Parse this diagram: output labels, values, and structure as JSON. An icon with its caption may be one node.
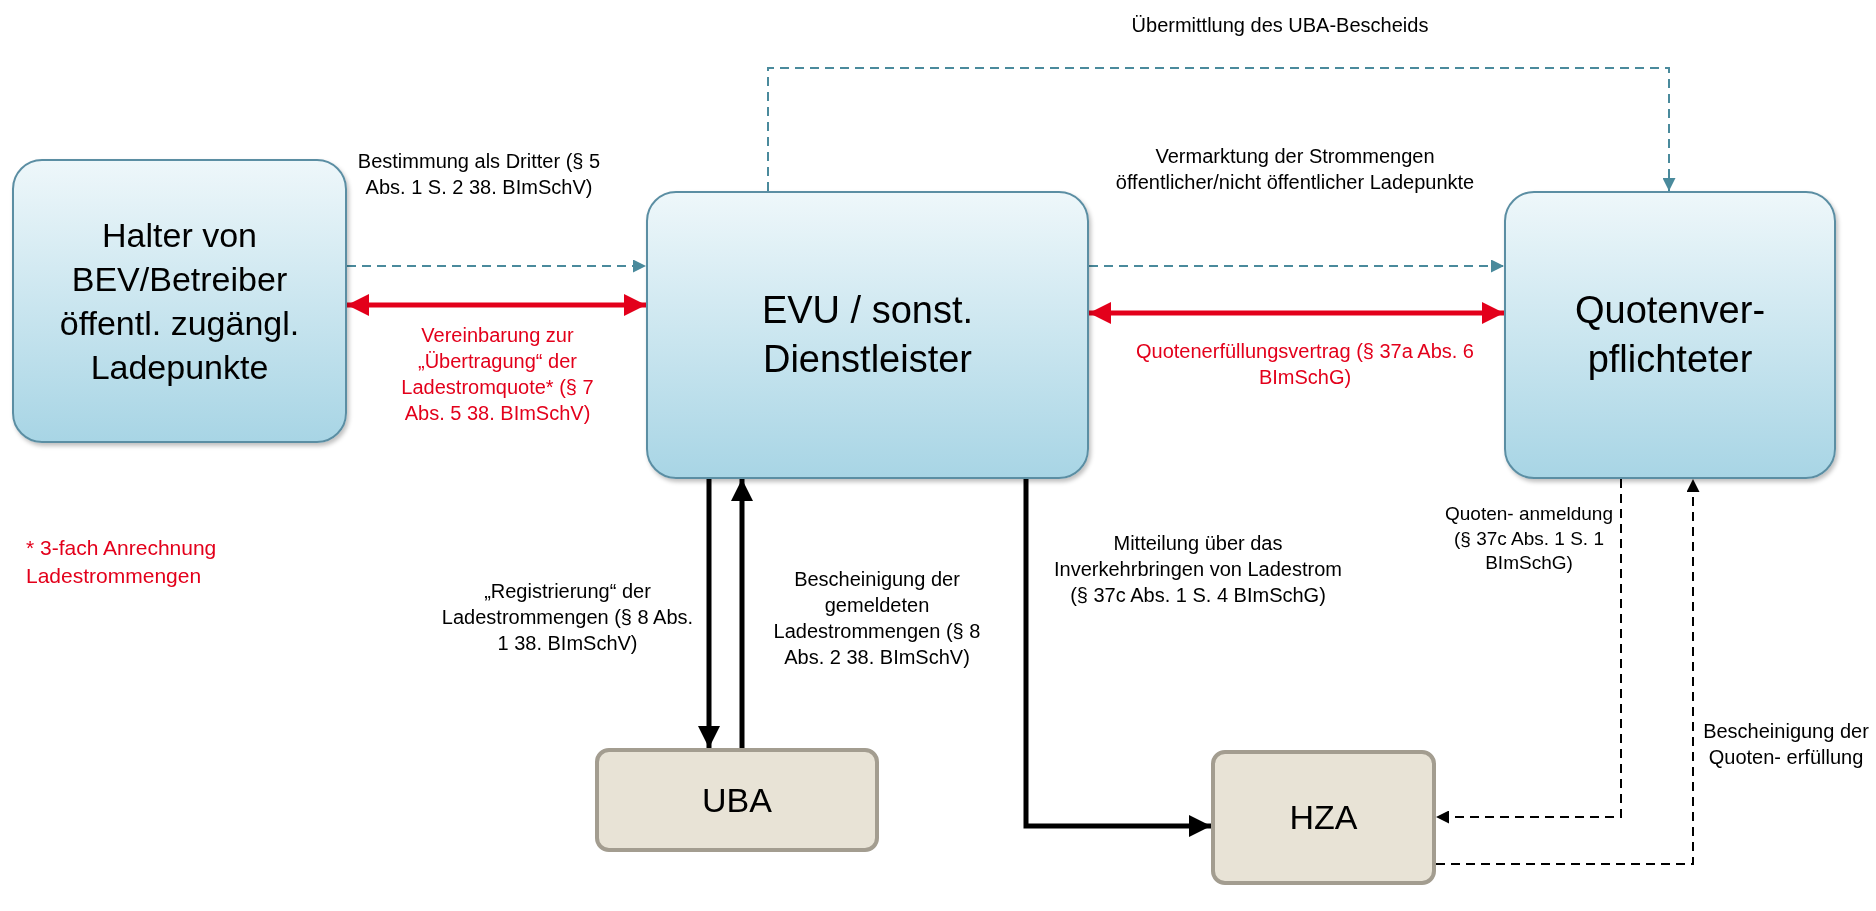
{
  "diagram": {
    "nodes": [
      {
        "text": [
          "Halter von BEV/Betreiber öffentl. zugängl. Ladepunkte"
        ]
      },
      {
        "text": [
          "EVU / sonst. Dienstleister"
        ]
      },
      {
        "text": [
          "Quotenver- pflichteter"
        ]
      },
      {
        "text": [
          "UBA"
        ]
      },
      {
        "text": [
          "HZA"
        ]
      }
    ],
    "edges": [
      {
        "from": 0,
        "to": 1,
        "arrow": "to",
        "label": "Bestimmung als Dritter (§ 5 Abs. 1 S. 2 38. BImSchV)",
        "style": "dashed",
        "color": "#4a8a9c"
      },
      {
        "from": 0,
        "to": 1,
        "arrow": "both",
        "label": "Vereinbarung zur „Übertragung“ der Ladestromquote* (§ 7 Abs. 5 38. BImSchV)",
        "style": "thick",
        "color": "#e3001b"
      },
      {
        "from": 1,
        "to": 2,
        "arrow": "to",
        "label": "Vermarktung der Strommengen öffentlicher/nicht öffentlicher Ladepunkte",
        "style": "dashed",
        "color": "#4a8a9c"
      },
      {
        "from": 1,
        "to": 2,
        "arrow": "both",
        "label": "Quotenerfüllungsvertrag (§ 37a Abs. 6 BImSchG)",
        "style": "thick",
        "color": "#e3001b"
      },
      {
        "from": 1,
        "to": 2,
        "arrow": "to",
        "label": "Übermittlung des UBA-Bescheids",
        "style": "dashed",
        "color": "#4a8a9c"
      },
      {
        "from": 1,
        "to": 3,
        "arrow": "to",
        "label": "„Registrierung“ der Ladestrommengen (§ 8 Abs. 1 38. BImSchV)",
        "style": "thick",
        "color": "#000000"
      },
      {
        "from": 3,
        "to": 1,
        "arrow": "to",
        "label": "Bescheinigung der gemeldeten Ladestrommengen (§ 8 Abs. 2 38. BImSchV)",
        "style": "thick",
        "color": "#000000"
      },
      {
        "from": 1,
        "to": 4,
        "arrow": "to",
        "label": "Mitteilung über das Inverkehrbringen von Ladestrom (§ 37c Abs. 1 S. 4 BImSchG)",
        "style": "thick",
        "color": "#000000"
      },
      {
        "from": 2,
        "to": 4,
        "arrow": "to",
        "label": "Quoten- anmeldung (§ 37c Abs. 1 S. 1 BImSchG)",
        "style": "dashed",
        "color": "#000000"
      },
      {
        "from": 4,
        "to": 2,
        "arrow": "to",
        "label": "Bescheinigung der Quoten- erfüllung",
        "style": "dashed",
        "color": "#000000"
      }
    ],
    "labels": [
      "* 3-fach Anrechnung Ladestrommengen"
    ]
  }
}
